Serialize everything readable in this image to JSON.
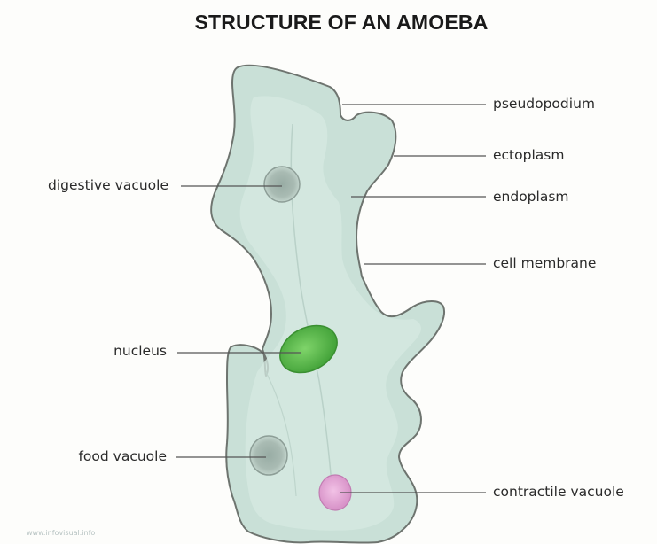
{
  "title": "STRUCTURE OF AN AMOEBA",
  "labels": {
    "pseudopodium": "pseudopodium",
    "ectoplasm": "ectoplasm",
    "endoplasm": "endoplasm",
    "cell_membrane": "cell membrane",
    "digestive_vacuole": "digestive vacuole",
    "nucleus": "nucleus",
    "food_vacuole": "food vacuole",
    "contractile_vacuole": "contractile vacuole"
  },
  "watermark": "www.infovisual.info",
  "colors": {
    "cell_fill": "#c9e0d7",
    "cell_outline": "#6e746f",
    "endoplasm_fill": "#d8ebe4",
    "vacuole_fill": "#a7b9b1",
    "nucleus_fill": "#5fbf4a",
    "contractile_fill": "#e3a8d4",
    "leader_line": "#555555"
  }
}
